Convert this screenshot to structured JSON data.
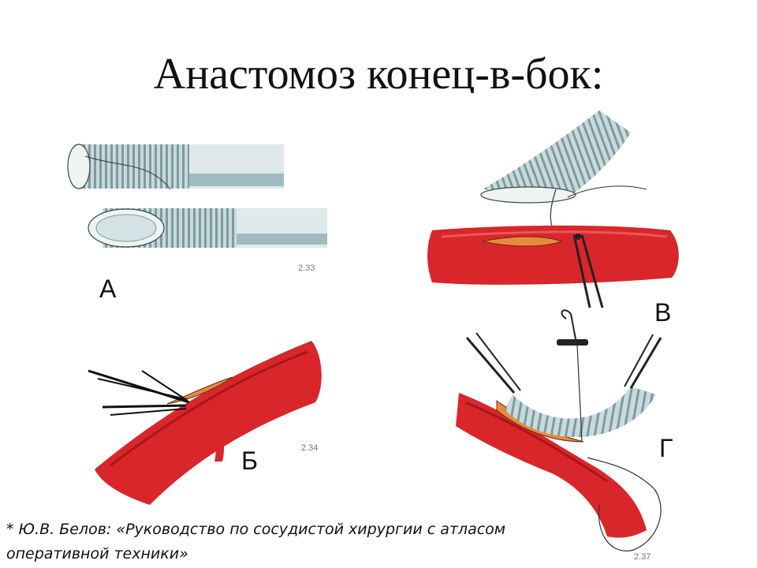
{
  "slide": {
    "title": "Анастомоз конец-в-бок:",
    "figures": [
      {
        "label": "А",
        "number": "2.33"
      },
      {
        "label": "В",
        "number": ""
      },
      {
        "label": "Б",
        "number": "2.34"
      },
      {
        "label": "Г",
        "number": "2.37"
      }
    ],
    "citation": {
      "line1": "* Ю.В. Белов:  «Руководство по сосудистой хирургии с атласом",
      "line2": "оперативной техники»"
    }
  },
  "colors": {
    "vessel_red": "#d9262a",
    "vessel_dark": "#a8161a",
    "graft_blue": "#b7cfd2",
    "graft_stripe": "#6e8d93",
    "incision_orange": "#e88a3c"
  }
}
